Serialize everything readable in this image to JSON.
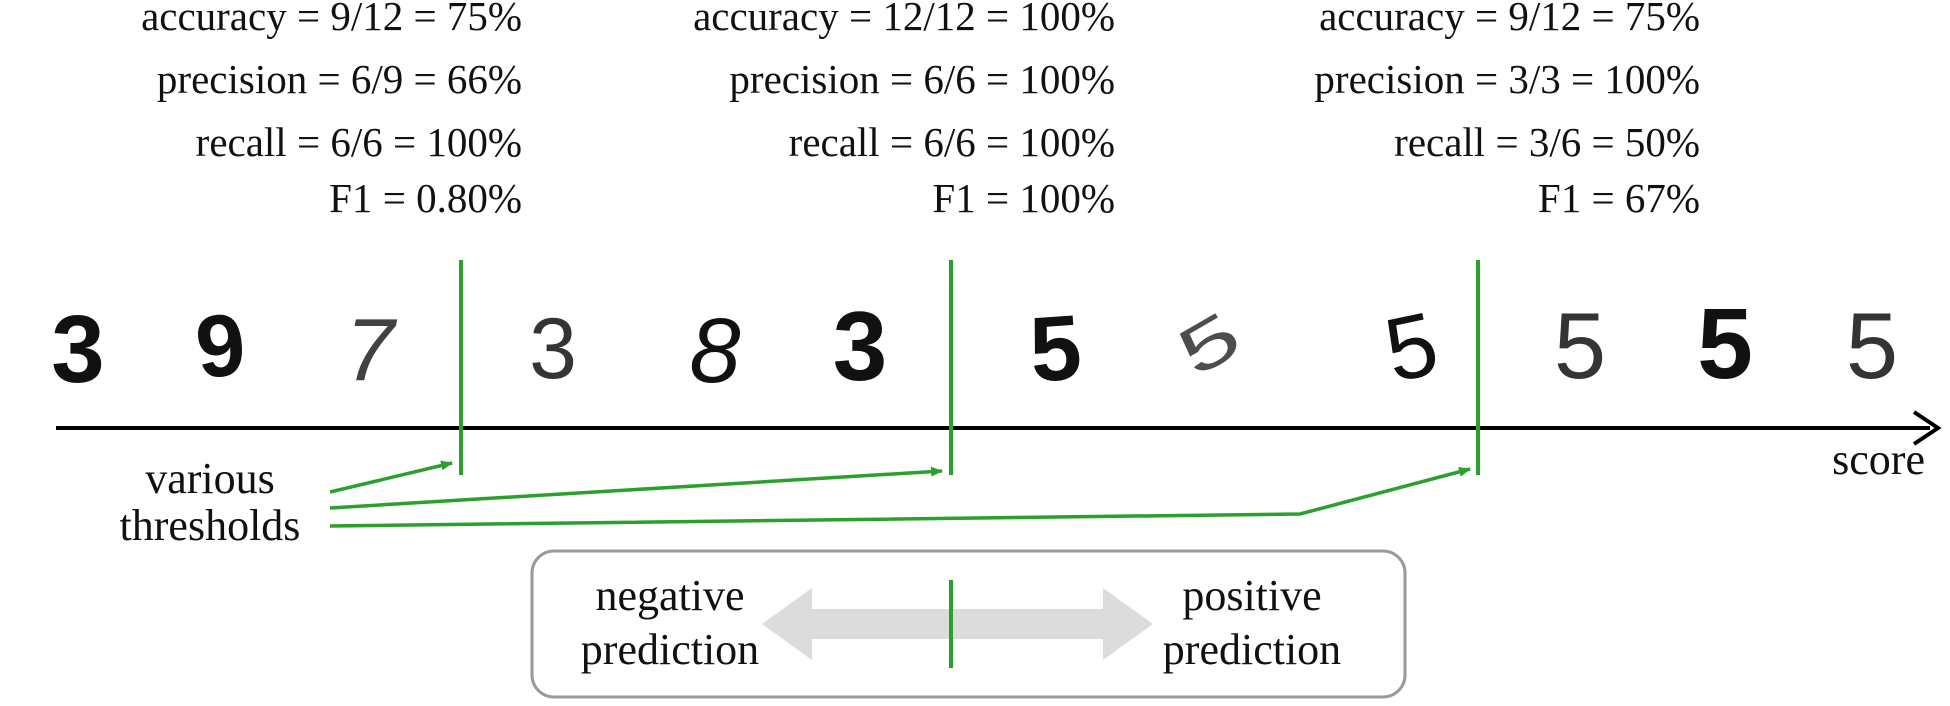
{
  "metric_blocks": [
    {
      "accuracy": "accuracy = 9/12 = 75%",
      "precision": "precision = 6/9 = 66%",
      "recall": "recall = 6/6 = 100%",
      "f1": "F1 = 0.80%"
    },
    {
      "accuracy": "accuracy = 12/12 = 100%",
      "precision": "precision = 6/6 = 100%",
      "recall": "recall = 6/6 = 100%",
      "f1": "F1 = 100%"
    },
    {
      "accuracy": "accuracy = 9/12 = 75%",
      "precision": "precision = 3/3 = 100%",
      "recall": "recall = 3/6 = 50%",
      "f1": "F1 = 67%"
    }
  ],
  "digits": [
    "3",
    "9",
    "7",
    "3",
    "8",
    "3",
    "5",
    "5",
    "5",
    "5",
    "5",
    "5"
  ],
  "axis_label": "score",
  "thresholds_label": {
    "line1": "various",
    "line2": "thresholds"
  },
  "legend": {
    "negative_line1": "negative",
    "negative_line2": "prediction",
    "positive_line1": "positive",
    "positive_line2": "prediction"
  },
  "colors": {
    "threshold": "#2ca02c",
    "axis": "#000000",
    "arrow_fill": "#dcdcdc",
    "box_border": "#999999"
  }
}
